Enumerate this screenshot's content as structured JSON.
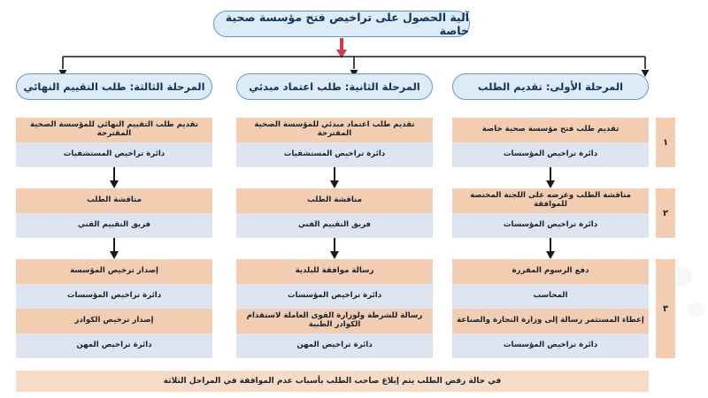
{
  "title": "آلية الحصول على تراخيص فتح مؤسسة صحية خاصة",
  "colors": {
    "action_fill": "#f3cdb2",
    "actor_fill": "#dfe5f0",
    "stage_fill": "#dcebf6",
    "stage_border": "#5b9bd5",
    "title_arrow": "#cf3a4d",
    "connector": "#1a1a1a",
    "footer_fill": "#f6dbc6"
  },
  "stages": [
    {
      "label": "المرحلة الأولى: تقديم الطلب"
    },
    {
      "label": "المرحلة الثانية: طلب اعتماد مبدئي"
    },
    {
      "label": "المرحلة الثالثة: طلب التقييم النهائي"
    }
  ],
  "step_numbers": [
    "١",
    "٢",
    "٣"
  ],
  "chart_data": {
    "type": "diagram",
    "title": "آلية الحصول على تراخيص فتح مؤسسة صحية خاصة",
    "orientation": "rtl",
    "columns": [
      {
        "stage": "المرحلة الأولى: تقديم الطلب",
        "steps": [
          {
            "number": "١",
            "cells": [
              {
                "kind": "action",
                "text": "تقديم طلب فتح مؤسسة صحية خاصة"
              },
              {
                "kind": "actor",
                "text": "دائرة تراخيص المؤسسات"
              }
            ]
          },
          {
            "number": "٢",
            "cells": [
              {
                "kind": "action",
                "text": "مناقشة الطلب وعرضه على اللجنة المختصة للموافقة"
              },
              {
                "kind": "actor",
                "text": "دائرة تراخيص المؤسسات"
              }
            ]
          },
          {
            "number": "٣",
            "cells": [
              {
                "kind": "action",
                "text": "دفع الرسوم المقررة"
              },
              {
                "kind": "actor",
                "text": "المحاسب"
              },
              {
                "kind": "action",
                "text": "إعطاء المستثمر رسالة إلى وزارة التجارة والصناعة"
              },
              {
                "kind": "actor",
                "text": "دائرة تراخيص المؤسسات"
              }
            ]
          }
        ]
      },
      {
        "stage": "المرحلة الثانية: طلب اعتماد مبدئي",
        "steps": [
          {
            "number": "١",
            "cells": [
              {
                "kind": "action",
                "text": "تقديم طلب اعتماد مبدئي للمؤسسة الصحية المقترحة"
              },
              {
                "kind": "actor",
                "text": "دائرة تراخيص المستشفيات"
              }
            ]
          },
          {
            "number": "٢",
            "cells": [
              {
                "kind": "action",
                "text": "مناقشة الطلب"
              },
              {
                "kind": "actor",
                "text": "فريق التقييم الفني"
              }
            ]
          },
          {
            "number": "٣",
            "cells": [
              {
                "kind": "action",
                "text": "رسالة موافقة للبلدية"
              },
              {
                "kind": "actor",
                "text": "دائرة تراخيص المؤسسات"
              },
              {
                "kind": "action",
                "text": "رسالة للشرطة ولوزارة القوى العاملة لاستقدام الكوادر الطبية"
              },
              {
                "kind": "actor",
                "text": "دائرة تراخيص المهن"
              }
            ]
          }
        ]
      },
      {
        "stage": "المرحلة الثالثة: طلب التقييم النهائي",
        "steps": [
          {
            "number": "١",
            "cells": [
              {
                "kind": "action",
                "text": "تقديم طلب التقييم النهائي للمؤسسة الصحية المقترحة"
              },
              {
                "kind": "actor",
                "text": "دائرة تراخيص المستشفيات"
              }
            ]
          },
          {
            "number": "٢",
            "cells": [
              {
                "kind": "action",
                "text": "مناقشة الطلب"
              },
              {
                "kind": "actor",
                "text": "فريق التقييم الفني"
              }
            ]
          },
          {
            "number": "٣",
            "cells": [
              {
                "kind": "action",
                "text": "إصدار ترخيص المؤسسة"
              },
              {
                "kind": "actor",
                "text": "دائرة تراخيص المؤسسات"
              },
              {
                "kind": "action",
                "text": "إصدار ترخيص الكوادر"
              },
              {
                "kind": "actor",
                "text": "دائرة تراخيص المهن"
              }
            ]
          }
        ]
      }
    ],
    "footer_note": "في حالة رفض الطلب يتم إبلاغ صاحب الطلب بأسباب عدم الموافقة في المراحل الثلاثة"
  },
  "footer_note": "في حالة رفض الطلب يتم إبلاغ صاحب الطلب بأسباب عدم الموافقة في المراحل الثلاثة"
}
